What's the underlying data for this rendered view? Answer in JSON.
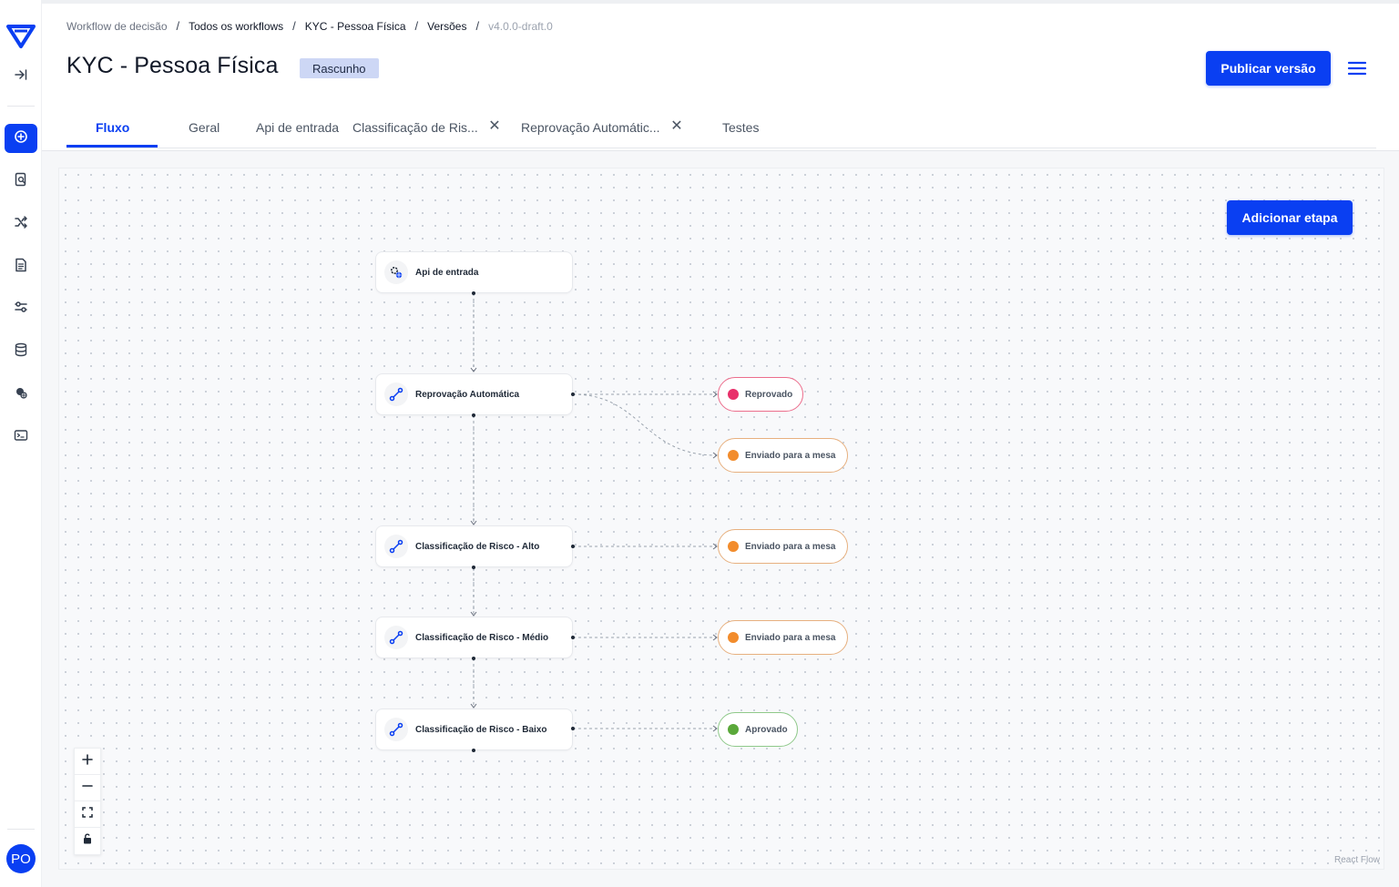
{
  "breadcrumb": [
    "Workflow de decisão",
    "Todos os workflows",
    "KYC - Pessoa Física",
    "Versões",
    "v4.0.0-draft.0"
  ],
  "breadcrumb_separator": "/",
  "page": {
    "title": "KYC - Pessoa Física",
    "status_badge": "Rascunho",
    "publish_label": "Publicar versão"
  },
  "tabs": [
    {
      "label": "Fluxo",
      "active": true
    },
    {
      "label": "Geral"
    },
    {
      "label": "Api de entrada"
    },
    {
      "label": "Classificação de Ris...",
      "closable": true
    },
    {
      "label": "Reprovação Automátic...",
      "closable": true
    },
    {
      "label": "Testes"
    }
  ],
  "close_glyph": "✕",
  "canvas": {
    "add_step_label": "Adicionar etapa",
    "nodes": [
      {
        "label": "Api de entrada",
        "icon": "api-gear-icon"
      },
      {
        "label": "Reprovação Automática",
        "icon": "rule-path-icon"
      },
      {
        "label": "Classificação de Risco - Alto",
        "icon": "rule-path-icon"
      },
      {
        "label": "Classificação de Risco - Médio",
        "icon": "rule-path-icon"
      },
      {
        "label": "Classificação de Risco - Baixo",
        "icon": "rule-path-icon"
      }
    ],
    "outcomes": [
      {
        "label": "Reprovado",
        "color": "#e8306a"
      },
      {
        "label": "Enviado para a mesa",
        "color": "#f28c2c"
      },
      {
        "label": "Enviado para a mesa",
        "color": "#f28c2c"
      },
      {
        "label": "Enviado para a mesa",
        "color": "#f28c2c"
      },
      {
        "label": "Aprovado",
        "color": "#5aa83a"
      }
    ],
    "attribution": "React Flow"
  },
  "user": {
    "initials": "PO"
  },
  "colors": {
    "accent": "#0a3ff2",
    "badge_bg": "#cdd7f5"
  }
}
